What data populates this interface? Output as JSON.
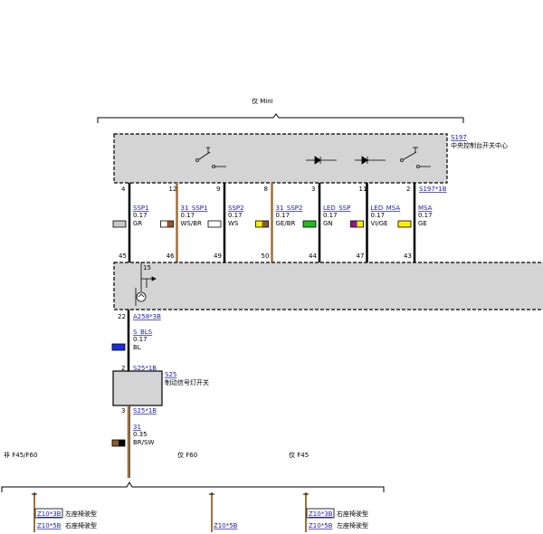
{
  "scope_top": "仅 Mini",
  "module_top": {
    "link": "S197",
    "label": "中央控制台开关中心",
    "connector": "S197*1B"
  },
  "wires": [
    {
      "pin_top": "4",
      "signal": "SSP1",
      "size": "0.17",
      "color_code": "GR",
      "pin_bottom": "45",
      "wire_color": "#000000",
      "swatch": [
        "#c8c8c8"
      ]
    },
    {
      "pin_top": "12",
      "signal": "31_SSP1",
      "size": "0.17",
      "color_code": "WS/BR",
      "pin_bottom": "46",
      "wire_color": "#a0703a",
      "swatch": [
        "#ffffff",
        "#8b5a2b"
      ]
    },
    {
      "pin_top": "9",
      "signal": "SSP2",
      "size": "0.17",
      "color_code": "WS",
      "pin_bottom": "49",
      "wire_color": "#000000",
      "swatch": [
        "#ffffff"
      ]
    },
    {
      "pin_top": "8",
      "signal": "31_SSP2",
      "size": "0.17",
      "color_code": "GE/BR",
      "pin_bottom": "50",
      "wire_color": "#a0703a",
      "swatch": [
        "#ffee00",
        "#8b5a2b"
      ]
    },
    {
      "pin_top": "3",
      "signal": "LED_SSP",
      "size": "0.17",
      "color_code": "GN",
      "pin_bottom": "44",
      "wire_color": "#000000",
      "swatch": [
        "#22bb22"
      ]
    },
    {
      "pin_top": "11",
      "signal": "LED_MSA",
      "size": "0.17",
      "color_code": "VI/GE",
      "pin_bottom": "47",
      "wire_color": "#000000",
      "swatch": [
        "#8a1a8a",
        "#ffee00"
      ]
    },
    {
      "pin_top": "2",
      "signal": "MSA",
      "size": "0.17",
      "color_code": "GE",
      "pin_bottom": "43",
      "wire_color": "#000000",
      "swatch": [
        "#ffee00"
      ]
    }
  ],
  "sensor_pin": "15",
  "wire_bls": {
    "pin": "22",
    "connector": "A258*3B",
    "signal": "S_BLS",
    "size": "0.17",
    "color_code": "BL",
    "swatch": [
      "#1a2ee0"
    ]
  },
  "switch_s25": {
    "pin_top": "2",
    "connector_top": "S25*1B",
    "link": "S25",
    "label": "制动信号灯开关",
    "pin_bottom": "3",
    "connector_bottom": "S25*1B"
  },
  "wire_ground": {
    "signal": "31",
    "size": "0.35",
    "color_code": "BR/SW",
    "swatch": [
      "#8b5a2b",
      "#000000"
    ]
  },
  "variants": {
    "left": "非 F45/F60",
    "middle": "仅 F60",
    "right": "仅 F45"
  },
  "grounds": {
    "left_a": "Z10*3B",
    "left_a_label": "左座椅驶型",
    "left_b": "Z10*5B",
    "left_b_label": "右座椅驶型",
    "middle": "Z10*5B",
    "right_a": "Z10*3B",
    "right_a_label": "右座椅驶型",
    "right_b": "Z10*5B",
    "right_b_label": "左座椅驶型"
  }
}
